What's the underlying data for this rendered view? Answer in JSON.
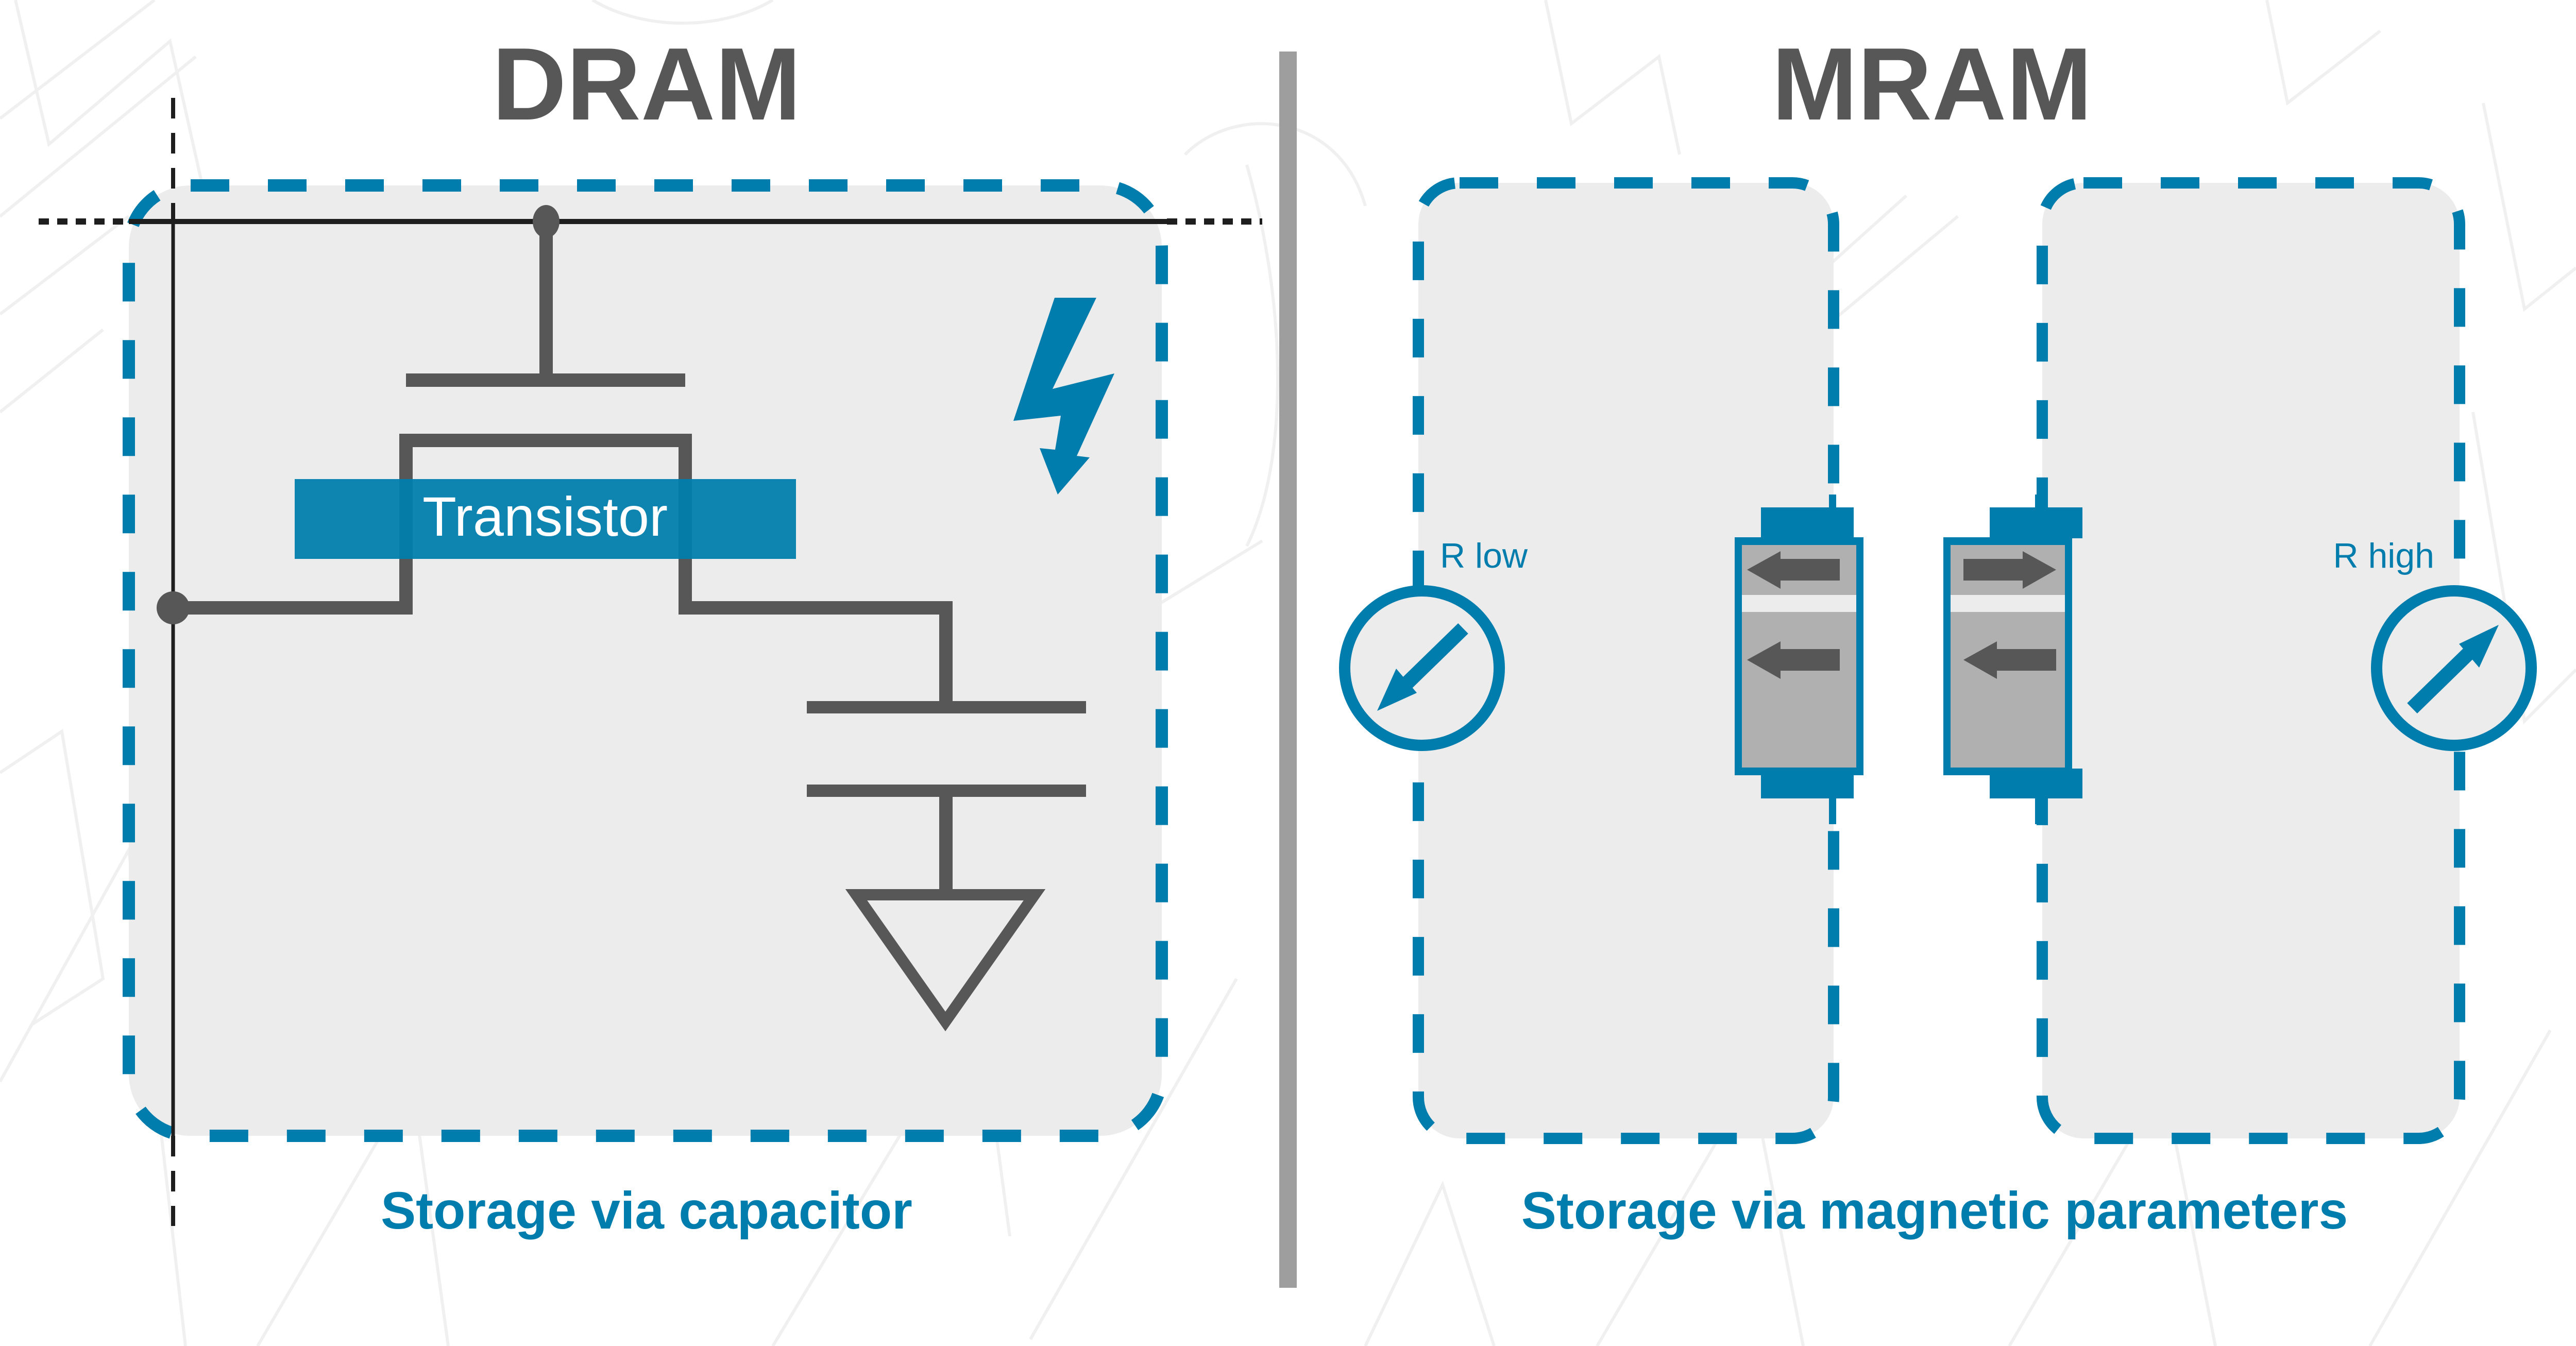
{
  "colors": {
    "accent_blue": "#007dac",
    "label_blue": "#0e84ae",
    "dark_gray": "#575757",
    "panel_gray": "#ececec",
    "layer_gray": "#b0b0b0",
    "divider_gray": "#9e9e9e",
    "wire_black": "#1e1e1e"
  },
  "dram": {
    "title": "DRAM",
    "transistor_label": "Transistor",
    "caption": "Storage via capacitor",
    "icons": [
      "lightning-bolt-icon",
      "ground-symbol-icon",
      "capacitor-symbol-icon"
    ]
  },
  "mram": {
    "title": "MRAM",
    "r_low_label": "R low",
    "r_high_label": "R high",
    "caption": "Storage via magnetic parameters",
    "cells": [
      {
        "name": "parallel",
        "top_arrow": "left",
        "bottom_arrow": "left",
        "resistance": "low"
      },
      {
        "name": "antiparallel",
        "top_arrow": "right",
        "bottom_arrow": "left",
        "resistance": "high"
      }
    ]
  }
}
